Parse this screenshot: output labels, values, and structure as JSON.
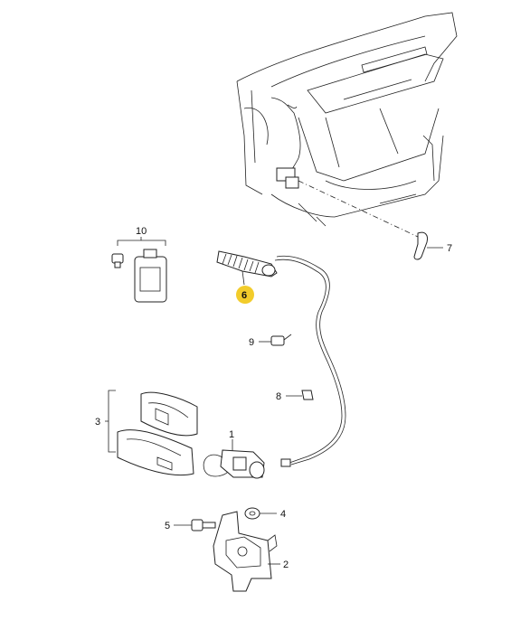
{
  "callouts": {
    "c1": "1",
    "c2": "2",
    "c3": "3",
    "c4": "4",
    "c5": "5",
    "c6": "6",
    "c7": "7",
    "c8": "8",
    "c9": "9",
    "c10": "10"
  },
  "colors": {
    "highlight": "#f2cc2b",
    "line": "#222222"
  }
}
